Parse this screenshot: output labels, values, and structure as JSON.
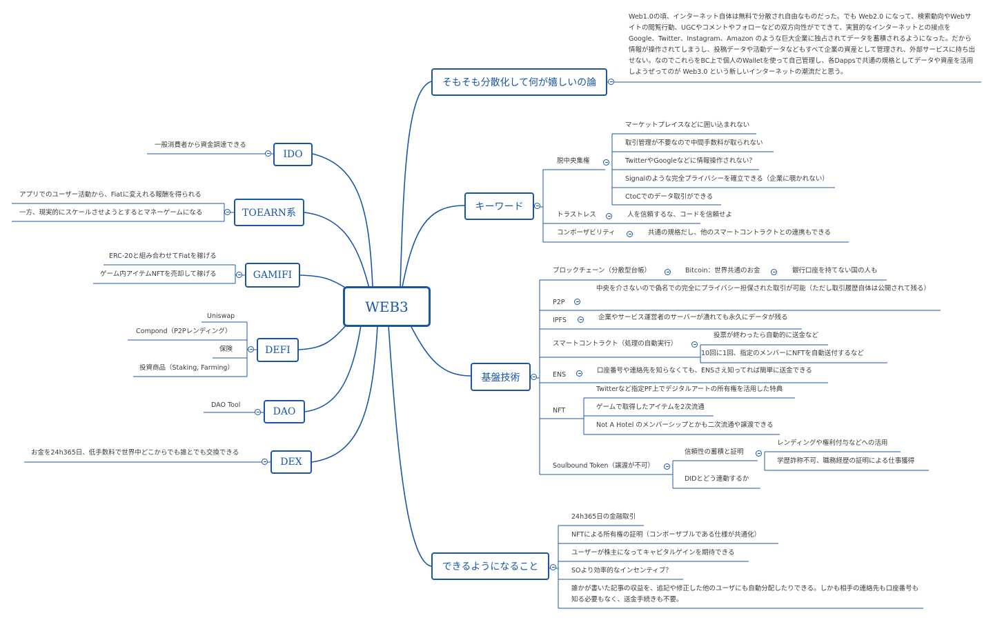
{
  "root": "WEB3",
  "nodes": {
    "why": "そもそも分散化して何が嬉しいの論",
    "why_text": "Web1.0の頃、インターネット自体は無料で分散され自由なものだった。でも Web2.0 になって、検索動向やWebサイトの閲覧行動、UGCやコメントやフォローなどの双方向性がでてきて、実質的なインターネットとの接点をGoogle、Twitter、Instagram、Amazon のような巨大企業に独占されてデータを蓄積されるようになった。だから情報が操作されてしまうし、投稿データや活動データなどもすべて企業の資産として管理され、外部サービスに持ち出せない。なのでこれらをBC上で個人のWalletを使って自己管理し、各Dappsで共通の規格としてデータや資産を活用しようぜってのが Web3.0 という新しいインターネットの潮流だと思う。",
    "keyword": "キーワード",
    "decentral": "脱中央集権",
    "decentral_items": [
      "マーケットプレイスなどに囲い込まれない",
      "取引管理が不要なので中間手数料が取られない",
      "TwitterやGoogleなどに情報操作されない？",
      "Signalのような完全プライバシーを確立できる（企業に覗かれない）",
      "CtoCでのデータ取引ができる"
    ],
    "trustless": "トラストレス",
    "trustless_item": "人を信頼するな、コードを信頼せよ",
    "composability": "コンポーザビリティ",
    "composability_item": "共通の規格だし、他のスマートコントラクトとの連携もできる",
    "tech": "基盤技術",
    "blockchain": "ブロックチェーン（分散型台帳）",
    "bitcoin": "Bitcoin：世界共通のお金",
    "bank": "銀行口座を持てない国の人も",
    "p2p": "P2P",
    "p2p_item": "中央を介さないので偽名での完全にプライバシー担保された取引が可能（ただし取引履歴自体は公開されて残る）",
    "ipfs": "IPFS",
    "ipfs_item": "企業やサービス運営者のサーバーが潰れても永久にデータが残る",
    "smart": "スマートコントラクト（処理の自動実行）",
    "smart_items": [
      "投票が終わったら自動的に送金など",
      "10回に1回、指定のメンバーにNFTを自動送付するなど"
    ],
    "ens": "ENS",
    "ens_item": "口座番号や連絡先を知らなくても、ENSさえ知ってれば簡単に送金できる",
    "nft": "NFT",
    "nft_items": [
      "Twitterなど指定PF上でデジタルアートの所有権を活用した特典",
      "ゲームで取得したアイテムを2次流通",
      "Not A Hotel のメンバーシップとかも二次流通や譲渡できる"
    ],
    "sbt": "Soulbound Token（譲渡が不可）",
    "trust": "信頼性の蓄積と証明",
    "trust_items": [
      "レンディングや権利付与などへの活用",
      "学歴詐称不可、職務経歴の証明による仕事獲得"
    ],
    "did": "DIDとどう連動するか",
    "can": "できるようになること",
    "can_items": [
      "24h365日の金融取引",
      "NFTによる所有権の証明（コンポーザブルである仕様が共通化）",
      "ユーザーが株主になってキャピタルゲインを期待できる",
      "SOより効率的なインセンティブ？",
      "誰かが書いた記事の収益を、追記や修正した他のユーザにも自動分配したりできる。しかも相手の連絡先も口座番号も知る必要もなく、送金手続きも不要。"
    ],
    "ido": "IDO",
    "ido_item": "一般消費者から資金調達できる",
    "toearn": "TOEARN系",
    "toearn_items": [
      "アプリでのユーザー活動から、Fiatに変えれる報酬を得られる",
      "一方、現実的にスケールさせようとするとマネーゲームになる"
    ],
    "gamifi": "GAMIFI",
    "gamifi_items": [
      "ERC-20と組み合わせてFiatを稼げる",
      "ゲーム内アイテムNFTを売却して稼げる"
    ],
    "defi": "DEFI",
    "defi_items": [
      "Uniswap",
      "Compond（P2Pレンディング）",
      "保険",
      "投資商品（Staking, Farming）"
    ],
    "dao": "DAO",
    "dao_item": "DAO Tool",
    "dex": "DEX",
    "dex_item": "お金を24h365日、低手数料で世界中どこからでも誰とでも交換できる"
  }
}
